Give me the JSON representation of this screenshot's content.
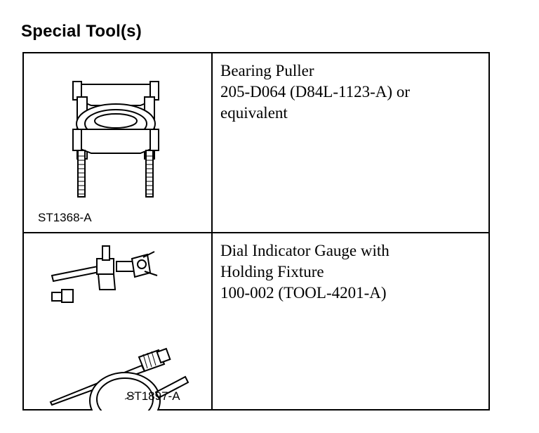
{
  "heading": "Special Tool(s)",
  "tools": [
    {
      "image_code": "ST1368-A",
      "lines": [
        "Bearing Puller",
        "205-D064 (D84L-1123-A) or",
        "equivalent"
      ]
    },
    {
      "image_code": "ST1897-A",
      "lines": [
        "Dial Indicator Gauge with",
        "Holding Fixture",
        "100-002 (TOOL-4201-A)"
      ]
    }
  ]
}
